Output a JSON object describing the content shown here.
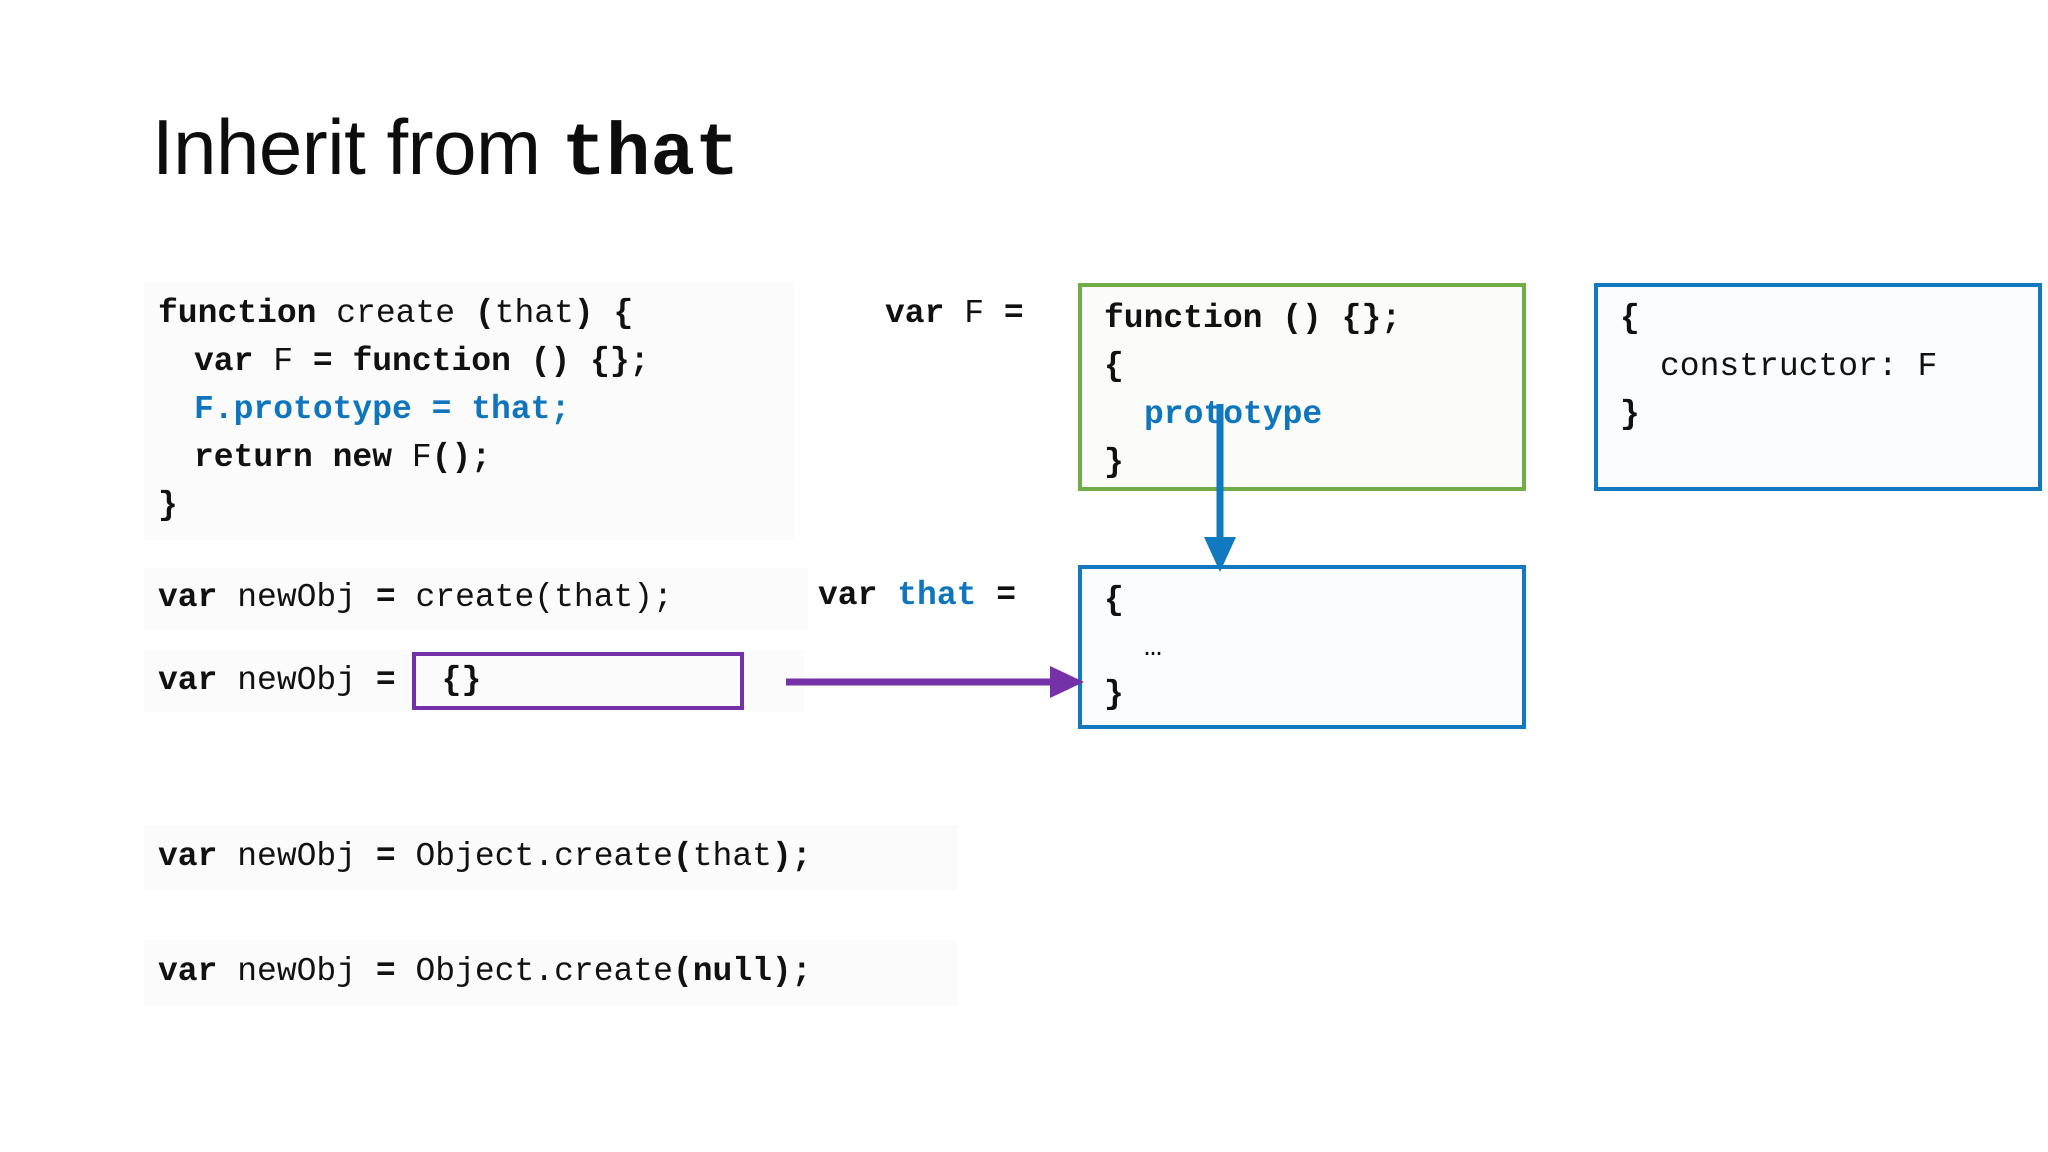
{
  "slide": {
    "title_prefix": "Inherit from ",
    "title_keyword": "that",
    "background": "#ffffff"
  },
  "colors": {
    "blue_accent": "#0f76bd",
    "blue_border": "#1179c0",
    "green_border": "#70ad47",
    "purple_border": "#7431a8",
    "text": "#111111",
    "code_bg": "#fbfbfc"
  },
  "left_code_block": {
    "lines": [
      {
        "indent": 0,
        "tokens": [
          {
            "text": "function",
            "bold": true,
            "color": "default"
          },
          {
            "text": " create ",
            "bold": false,
            "color": "default"
          },
          {
            "text": "(",
            "bold": true,
            "color": "default"
          },
          {
            "text": "that",
            "bold": false,
            "color": "default"
          },
          {
            "text": ") {",
            "bold": true,
            "color": "default"
          }
        ]
      },
      {
        "indent": 1,
        "tokens": [
          {
            "text": "var ",
            "bold": true,
            "color": "default"
          },
          {
            "text": "F",
            "bold": false,
            "color": "default"
          },
          {
            "text": " = function () {};",
            "bold": true,
            "color": "default"
          }
        ]
      },
      {
        "indent": 1,
        "tokens": [
          {
            "text": "F.prototype = that;",
            "bold": true,
            "color": "blue"
          }
        ]
      },
      {
        "indent": 1,
        "tokens": [
          {
            "text": "return new ",
            "bold": true,
            "color": "default"
          },
          {
            "text": "F",
            "bold": false,
            "color": "default"
          },
          {
            "text": "();",
            "bold": true,
            "color": "default"
          }
        ]
      },
      {
        "indent": 0,
        "tokens": [
          {
            "text": "}",
            "bold": true,
            "color": "default"
          }
        ]
      }
    ]
  },
  "newobj_create_line": {
    "tokens": [
      {
        "text": "var ",
        "bold": true,
        "color": "default"
      },
      {
        "text": "newObj ",
        "bold": false,
        "color": "default"
      },
      {
        "text": "=",
        "bold": true,
        "color": "default"
      },
      {
        "text": " create(that);",
        "bold": false,
        "color": "default"
      }
    ]
  },
  "newobj_literal_row": {
    "prefix_tokens": [
      {
        "text": "var ",
        "bold": true,
        "color": "default"
      },
      {
        "text": "newObj ",
        "bold": false,
        "color": "default"
      },
      {
        "text": "=",
        "bold": true,
        "color": "default"
      }
    ],
    "boxed_value": "{}"
  },
  "object_create_that_line": {
    "tokens": [
      {
        "text": "var ",
        "bold": true,
        "color": "default"
      },
      {
        "text": "newObj ",
        "bold": false,
        "color": "default"
      },
      {
        "text": "=",
        "bold": true,
        "color": "default"
      },
      {
        "text": " Object.create",
        "bold": false,
        "color": "default"
      },
      {
        "text": "(",
        "bold": true,
        "color": "default"
      },
      {
        "text": "that",
        "bold": false,
        "color": "default"
      },
      {
        "text": ");",
        "bold": true,
        "color": "default"
      }
    ]
  },
  "object_create_null_line": {
    "tokens": [
      {
        "text": "var ",
        "bold": true,
        "color": "default"
      },
      {
        "text": "newObj ",
        "bold": false,
        "color": "default"
      },
      {
        "text": "=",
        "bold": true,
        "color": "default"
      },
      {
        "text": " Object.create",
        "bold": false,
        "color": "default"
      },
      {
        "text": "(null);",
        "bold": true,
        "color": "default"
      }
    ]
  },
  "var_f_label": {
    "tokens": [
      {
        "text": "var ",
        "bold": true,
        "color": "default"
      },
      {
        "text": "F",
        "bold": false,
        "color": "default"
      },
      {
        "text": " =",
        "bold": true,
        "color": "default"
      }
    ]
  },
  "var_that_label": {
    "tokens": [
      {
        "text": "var ",
        "bold": true,
        "color": "default"
      },
      {
        "text": "that",
        "bold": true,
        "color": "blue"
      },
      {
        "text": " =",
        "bold": true,
        "color": "default"
      }
    ]
  },
  "green_prototype_box": {
    "border_color": "#70ad47",
    "line1": "function () {};",
    "line2": "{",
    "line3_property": "prototype",
    "line4": "}"
  },
  "blue_that_box": {
    "border_color": "#1179c0",
    "line1": "{",
    "line2_ellipsis": "…",
    "line3": "}"
  },
  "blue_constructor_box": {
    "border_color": "#1179c0",
    "line1": "{",
    "line2_property": "constructor: F",
    "line3": "}"
  },
  "arrows": {
    "prototype_arrow_color": "#1179c0",
    "newobj_arrow_color": "#7431a8"
  }
}
